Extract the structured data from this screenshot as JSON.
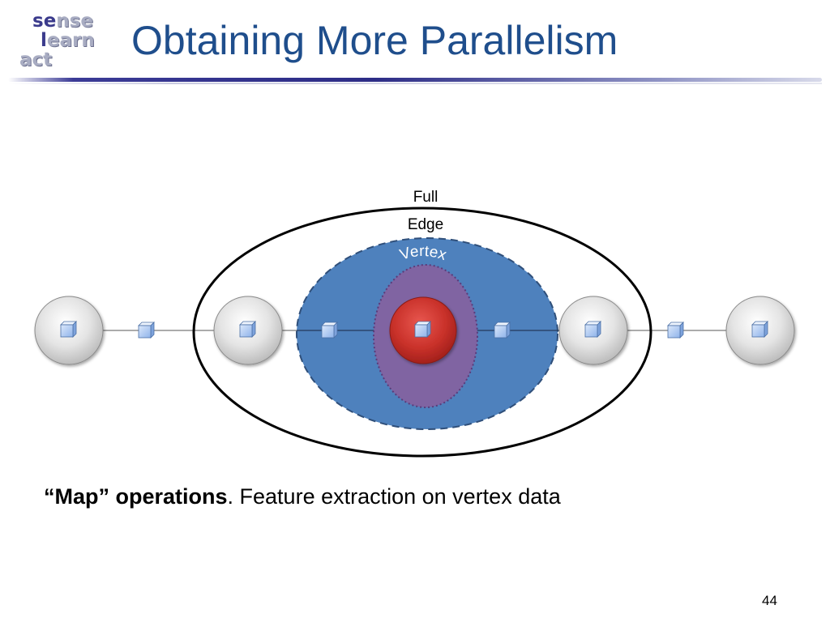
{
  "logo": {
    "line1_a": "se",
    "line1_b": "nse",
    "line2_a": "l",
    "line2_b": "earn",
    "line3_a": "act",
    "line3_b": ""
  },
  "title": "Obtaining More Parallelism",
  "diagram": {
    "label_full": "Full",
    "label_edge": "Edge",
    "label_vertex": "Vertex",
    "colors": {
      "edge_region": "#4e81bd",
      "vertex_region": "#8064a2",
      "highlight_vertex": "#c0392b",
      "node_gray": "#d9d9d9",
      "data_cube": "#a9c6f2"
    },
    "node_count": 5,
    "edge_count": 4
  },
  "caption": {
    "bold": "“Map” operations",
    "rest": ". Feature extraction on vertex data"
  },
  "page_number": "44"
}
